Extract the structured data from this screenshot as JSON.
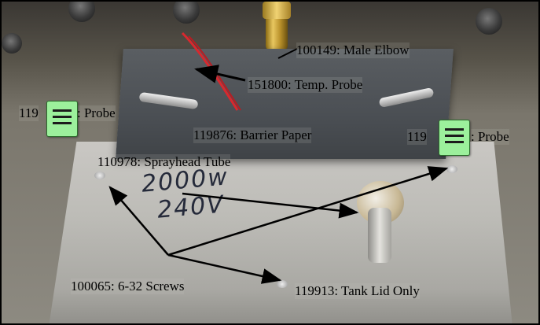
{
  "labels": {
    "male_elbow": "100149: Male Elbow",
    "temp_probe": "151800: Temp. Probe",
    "probe_left_a": "119",
    "probe_left_b": ": Probe",
    "barrier_paper": "119876: Barrier Paper",
    "probe_right_a": "119",
    "probe_right_b": ": Probe",
    "sprayhead_tube": "110978: Sprayhead Tube",
    "screws": "100065: 6-32 Screws",
    "tank_lid": "119913: Tank Lid Only"
  },
  "handwriting": {
    "line1": "2000w",
    "line2": "240V"
  },
  "icons": {
    "note_left": "note-icon",
    "note_right": "note-icon"
  },
  "colors": {
    "note_fill": "#9cf09c",
    "arrow": "#000000",
    "probe_wire": "#d8282e"
  }
}
